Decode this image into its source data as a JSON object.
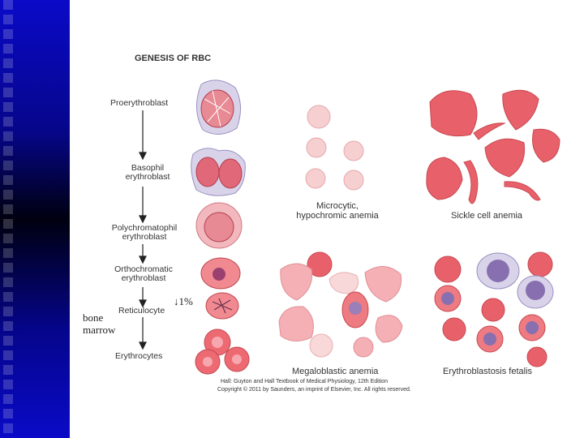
{
  "figure": {
    "title": "GENESIS OF RBC",
    "stages": [
      {
        "label": "Proerythroblast"
      },
      {
        "label": "Basophil erythroblast"
      },
      {
        "label": "Polychromatophil erythroblast"
      },
      {
        "label": "Orthochromatic erythroblast"
      },
      {
        "label": "Reticulocyte"
      },
      {
        "label": "Erythrocytes"
      }
    ],
    "panels": [
      {
        "caption": "Microcytic, hypochromic anemia"
      },
      {
        "caption": "Sickle cell anemia"
      },
      {
        "caption": "Megaloblastic anemia"
      },
      {
        "caption": "Erythroblastosis fetalis"
      }
    ],
    "credit_line1": "Hall: Guyton and Hall Textbook of Medical Physiology, 12th Edition",
    "credit_line2": "Copyright © 2011 by Saunders, an imprint of Elsevier, Inc. All rights reserved."
  },
  "annotations": {
    "percent": "↓1%",
    "location_line1": "bone",
    "location_line2": "marrow"
  },
  "colors": {
    "cell_red": "#e8616a",
    "cell_pale": "#f6cfd0",
    "nucleus_purple": "#9a7fb8",
    "sidebar_blue": "#0a0ac8"
  }
}
